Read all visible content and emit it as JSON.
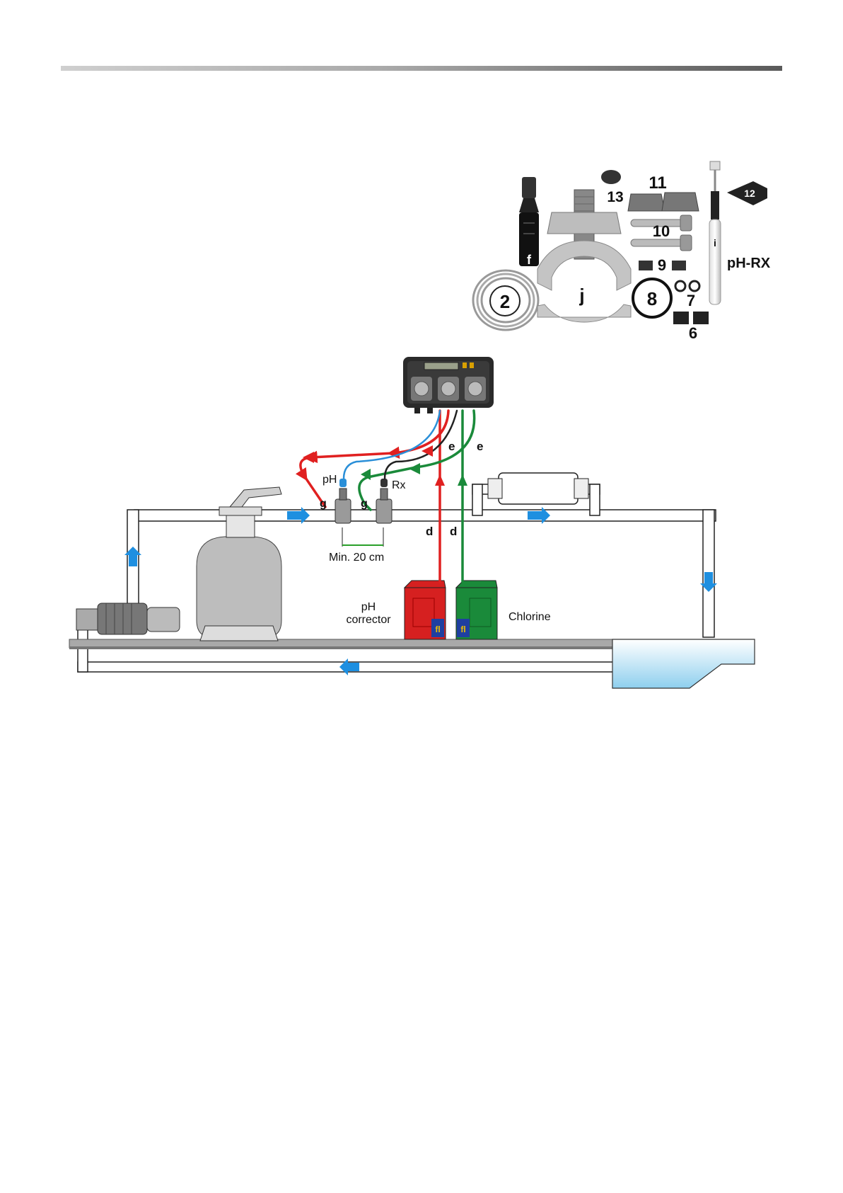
{
  "parts": {
    "item_2": "2",
    "item_6": "6",
    "item_7": "7",
    "item_8": "8",
    "item_9": "9",
    "item_10": "10",
    "item_11": "11",
    "item_12": "12",
    "item_13": "13",
    "item_f": "f",
    "item_j": "j",
    "item_i": "i",
    "probe_label": "pH-RX"
  },
  "schematic": {
    "ph_label": "pH",
    "rx_label": "Rx",
    "g_left": "g",
    "g_right": "g",
    "min_distance": "Min. 20 cm",
    "d_left": "d",
    "d_right": "d",
    "e_left": "e",
    "e_right": "e",
    "ph_corrector_line1": "pH",
    "ph_corrector_line2": "corrector",
    "chlorine": "Chlorine",
    "canister_label": "fl"
  },
  "colors": {
    "ph_tube": "#e02020",
    "chlorine_tube": "#1a8a3a",
    "ph_probe_cable": "#2a8fd8",
    "rx_probe_cable": "#222222",
    "flow_arrow": "#1e8fe0",
    "water": "#8ecfee"
  }
}
